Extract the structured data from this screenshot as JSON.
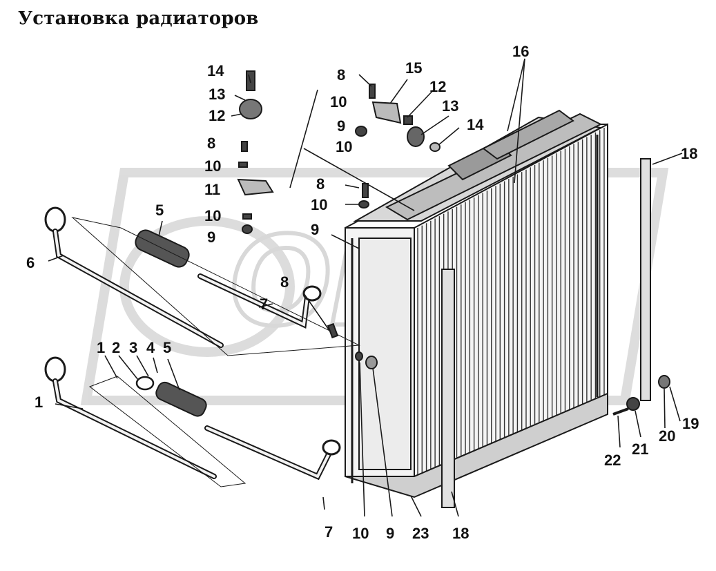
{
  "title": "Установка радиаторов",
  "watermark": "OPEX",
  "callouts": {
    "c14a": "14",
    "c13a": "13",
    "c12a": "12",
    "c8a": "8",
    "c10a": "10",
    "c11": "11",
    "c10b": "10",
    "c9a": "9",
    "c5a": "5",
    "c6": "6",
    "c7a": "7",
    "c8b": "8",
    "c1a": "1",
    "c2": "2",
    "c3": "3",
    "c4": "4",
    "c5b": "5",
    "c1b": "1",
    "c7b": "7",
    "c8c": "8",
    "c15": "15",
    "c10c": "10",
    "c12b": "12",
    "c13b": "13",
    "c9b": "9",
    "c10d": "10",
    "c14b": "14",
    "c16": "16",
    "c8d": "8",
    "c10e": "10",
    "c9c": "9",
    "c18a": "18",
    "c22": "22",
    "c21": "21",
    "c20": "20",
    "c19": "19",
    "c10f": "10",
    "c9d": "9",
    "c23": "23",
    "c18b": "18"
  },
  "colors": {
    "ink": "#1a1a1a",
    "watermark": "#d9d9d9",
    "background": "#ffffff"
  }
}
